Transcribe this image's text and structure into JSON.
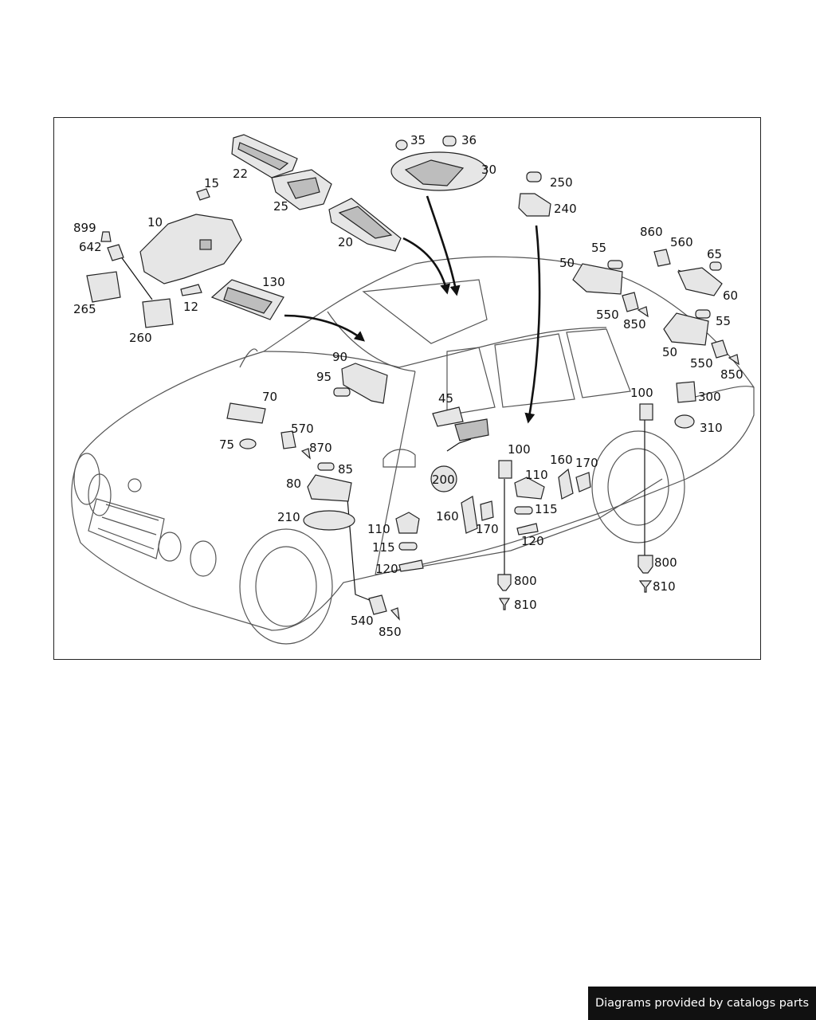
{
  "diagram": {
    "part_labels": [
      "35",
      "36",
      "30",
      "22",
      "15",
      "25",
      "250",
      "240",
      "10",
      "20",
      "899",
      "642",
      "860",
      "560",
      "65",
      "55",
      "50",
      "60",
      "130",
      "265",
      "12",
      "260",
      "550",
      "850",
      "55",
      "50",
      "550",
      "850",
      "90",
      "95",
      "100",
      "300",
      "70",
      "45",
      "310",
      "570",
      "75",
      "870",
      "100",
      "85",
      "110",
      "160",
      "170",
      "200",
      "80",
      "115",
      "210",
      "160",
      "170",
      "120",
      "110",
      "115",
      "120",
      "800",
      "800",
      "810",
      "810",
      "540",
      "850"
    ]
  },
  "footer": {
    "text": "Diagrams provided by catalogs parts"
  }
}
